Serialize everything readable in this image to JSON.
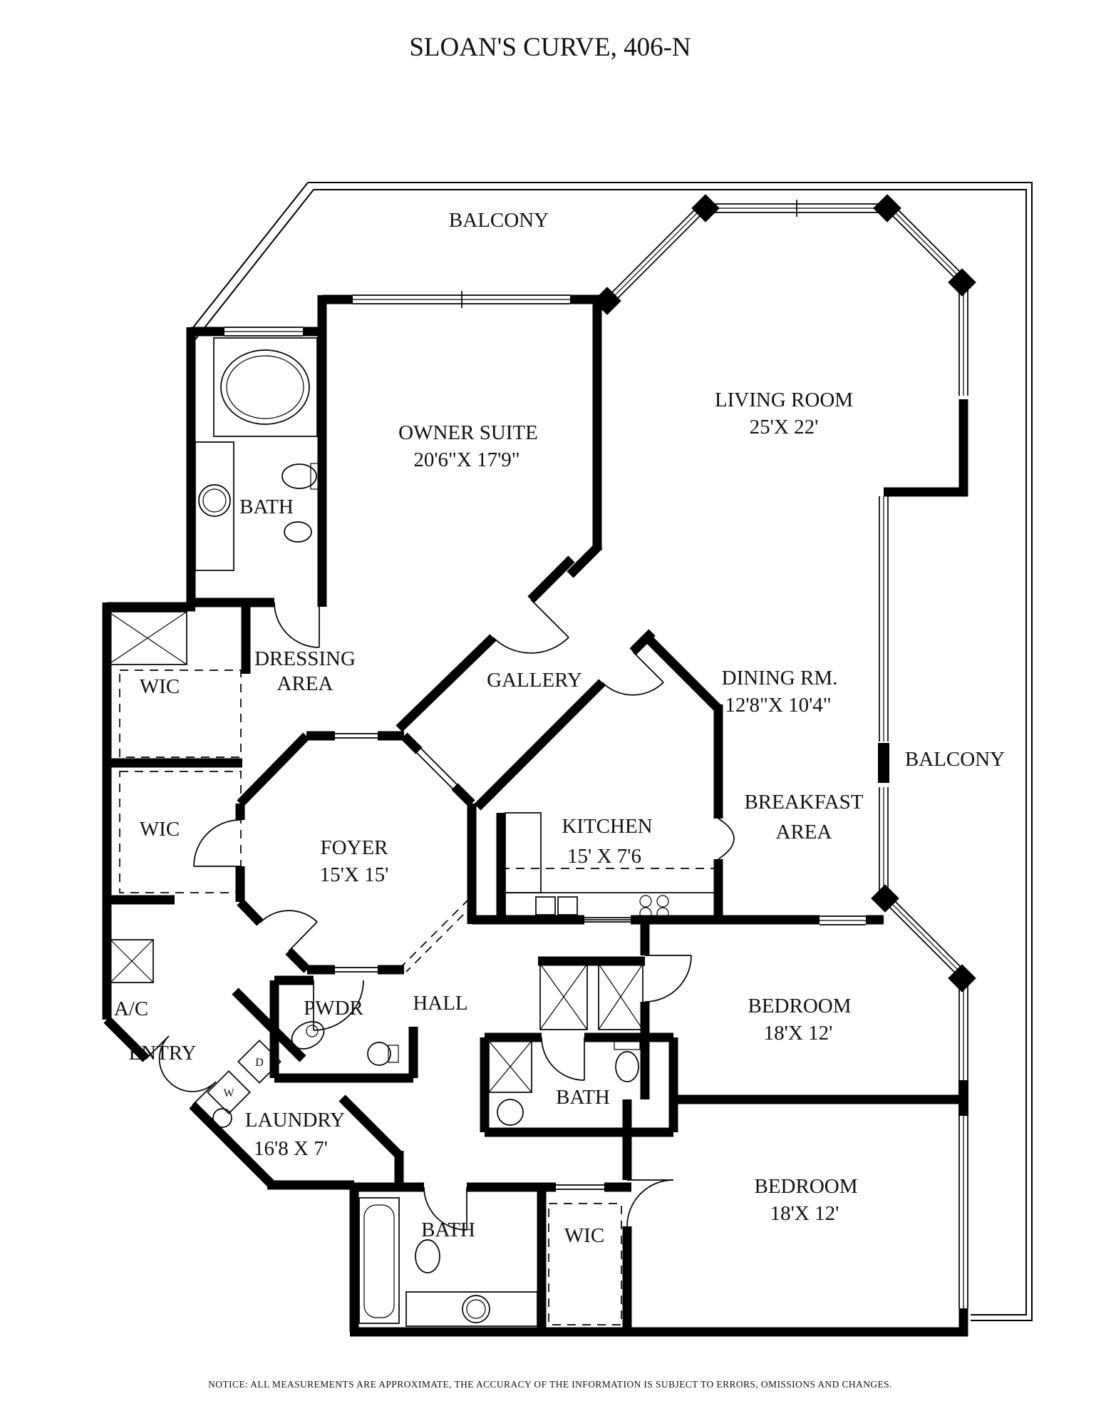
{
  "title": "SLOAN'S CURVE, 406-N",
  "notice": "NOTICE: ALL MEASUREMENTS ARE APPROXIMATE, THE ACCURACY OF THE INFORMATION IS SUBJECT TO ERRORS, OMISSIONS AND CHANGES.",
  "balconies": {
    "top": "BALCONY",
    "right": "BALCONY"
  },
  "rooms": {
    "owner_suite": {
      "name": "OWNER SUITE",
      "dims": "20'6\"X 17'9\""
    },
    "living_room": {
      "name": "LIVING ROOM",
      "dims": "25'X 22'"
    },
    "dining_room": {
      "name": "DINING RM.",
      "dims": "12'8\"X 10'4\""
    },
    "kitchen": {
      "name": "KITCHEN",
      "dims": "15' X 7'6"
    },
    "breakfast": {
      "line1": "BREAKFAST",
      "line2": "AREA"
    },
    "foyer": {
      "name": "FOYER",
      "dims": "15'X 15'"
    },
    "gallery": {
      "name": "GALLERY"
    },
    "dressing": {
      "line1": "DRESSING",
      "line2": "AREA"
    },
    "master_bath": {
      "name": "BATH"
    },
    "wic_master_1": {
      "name": "WIC"
    },
    "wic_master_2": {
      "name": "WIC"
    },
    "hall": {
      "name": "HALL"
    },
    "powder": {
      "name": "PWDR"
    },
    "entry": {
      "name": "ENTRY"
    },
    "ac": {
      "name": "A/C"
    },
    "laundry": {
      "name": "LAUNDRY",
      "dims": "16'8 X 7'"
    },
    "hall_bath": {
      "name": "BATH"
    },
    "bedroom_1": {
      "name": "BEDROOM",
      "dims": "18'X 12'"
    },
    "bedroom_2": {
      "name": "BEDROOM",
      "dims": "18'X 12'"
    },
    "guest_bath": {
      "name": "BATH"
    },
    "wic_bedroom": {
      "name": "WIC"
    }
  },
  "appliances": {
    "washer": "W",
    "dryer": "D"
  }
}
